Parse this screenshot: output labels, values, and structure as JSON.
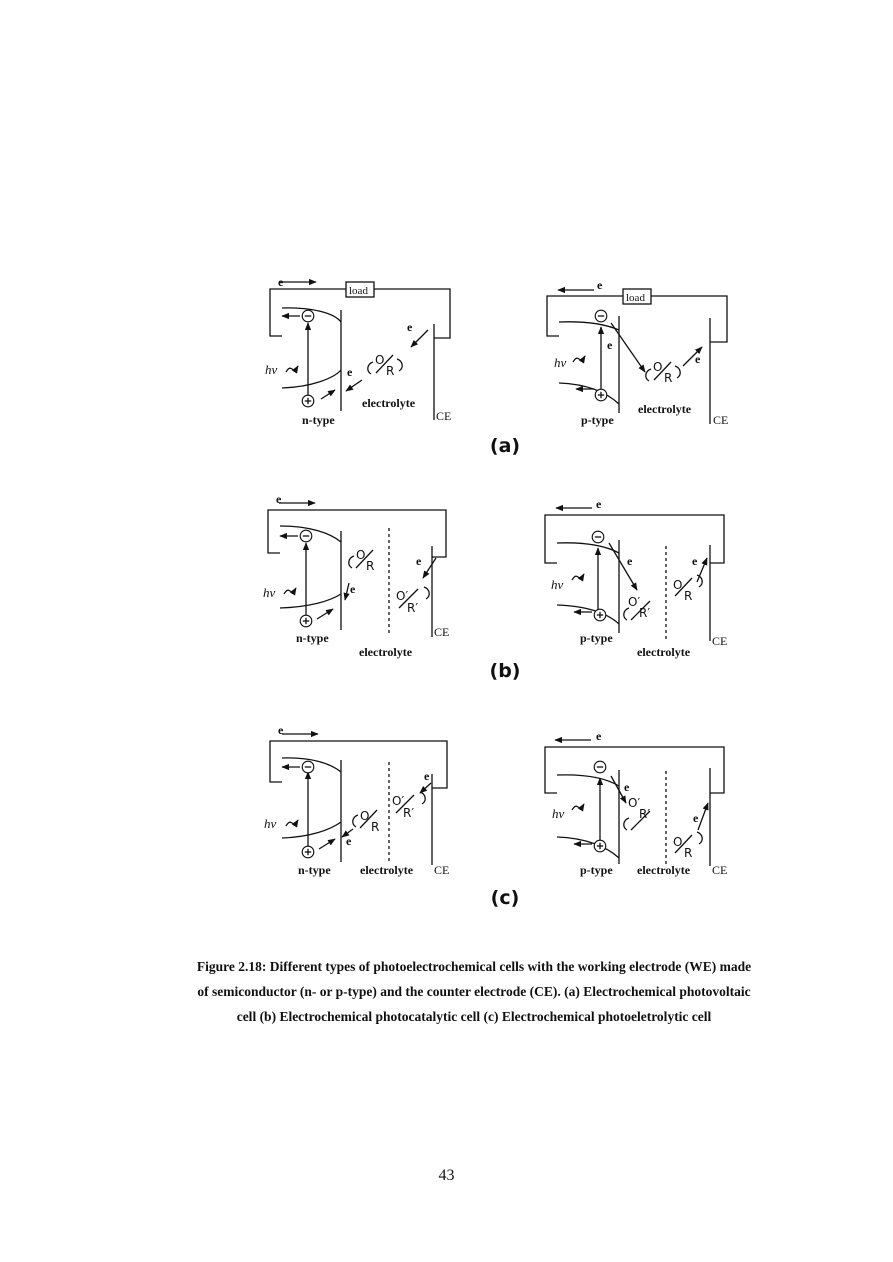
{
  "figure": {
    "labels": {
      "electron": "e",
      "load": "load",
      "photon": "hv",
      "minus": "−",
      "plus": "+",
      "oxidized": "O",
      "reduced": "R",
      "oxidized_prime": "O′",
      "reduced_prime": "R′",
      "n_type": "n-type",
      "p_type": "p-type",
      "electrolyte": "electrolyte",
      "counter_electrode": "CE"
    },
    "panels": {
      "a": "(a)",
      "b": "(b)",
      "c": "(c)"
    }
  },
  "caption": {
    "line1": "Figure 2.18: Different types of photoelectrochemical cells with the working electrode (WE) made",
    "line2": "of semiconductor (n- or p-type) and the counter electrode (CE).  (a) Electrochemical photovoltaic",
    "line3": "cell (b) Electrochemical photocatalytic cell (c) Electrochemical photoeletrolytic cell"
  },
  "page_number": "43"
}
